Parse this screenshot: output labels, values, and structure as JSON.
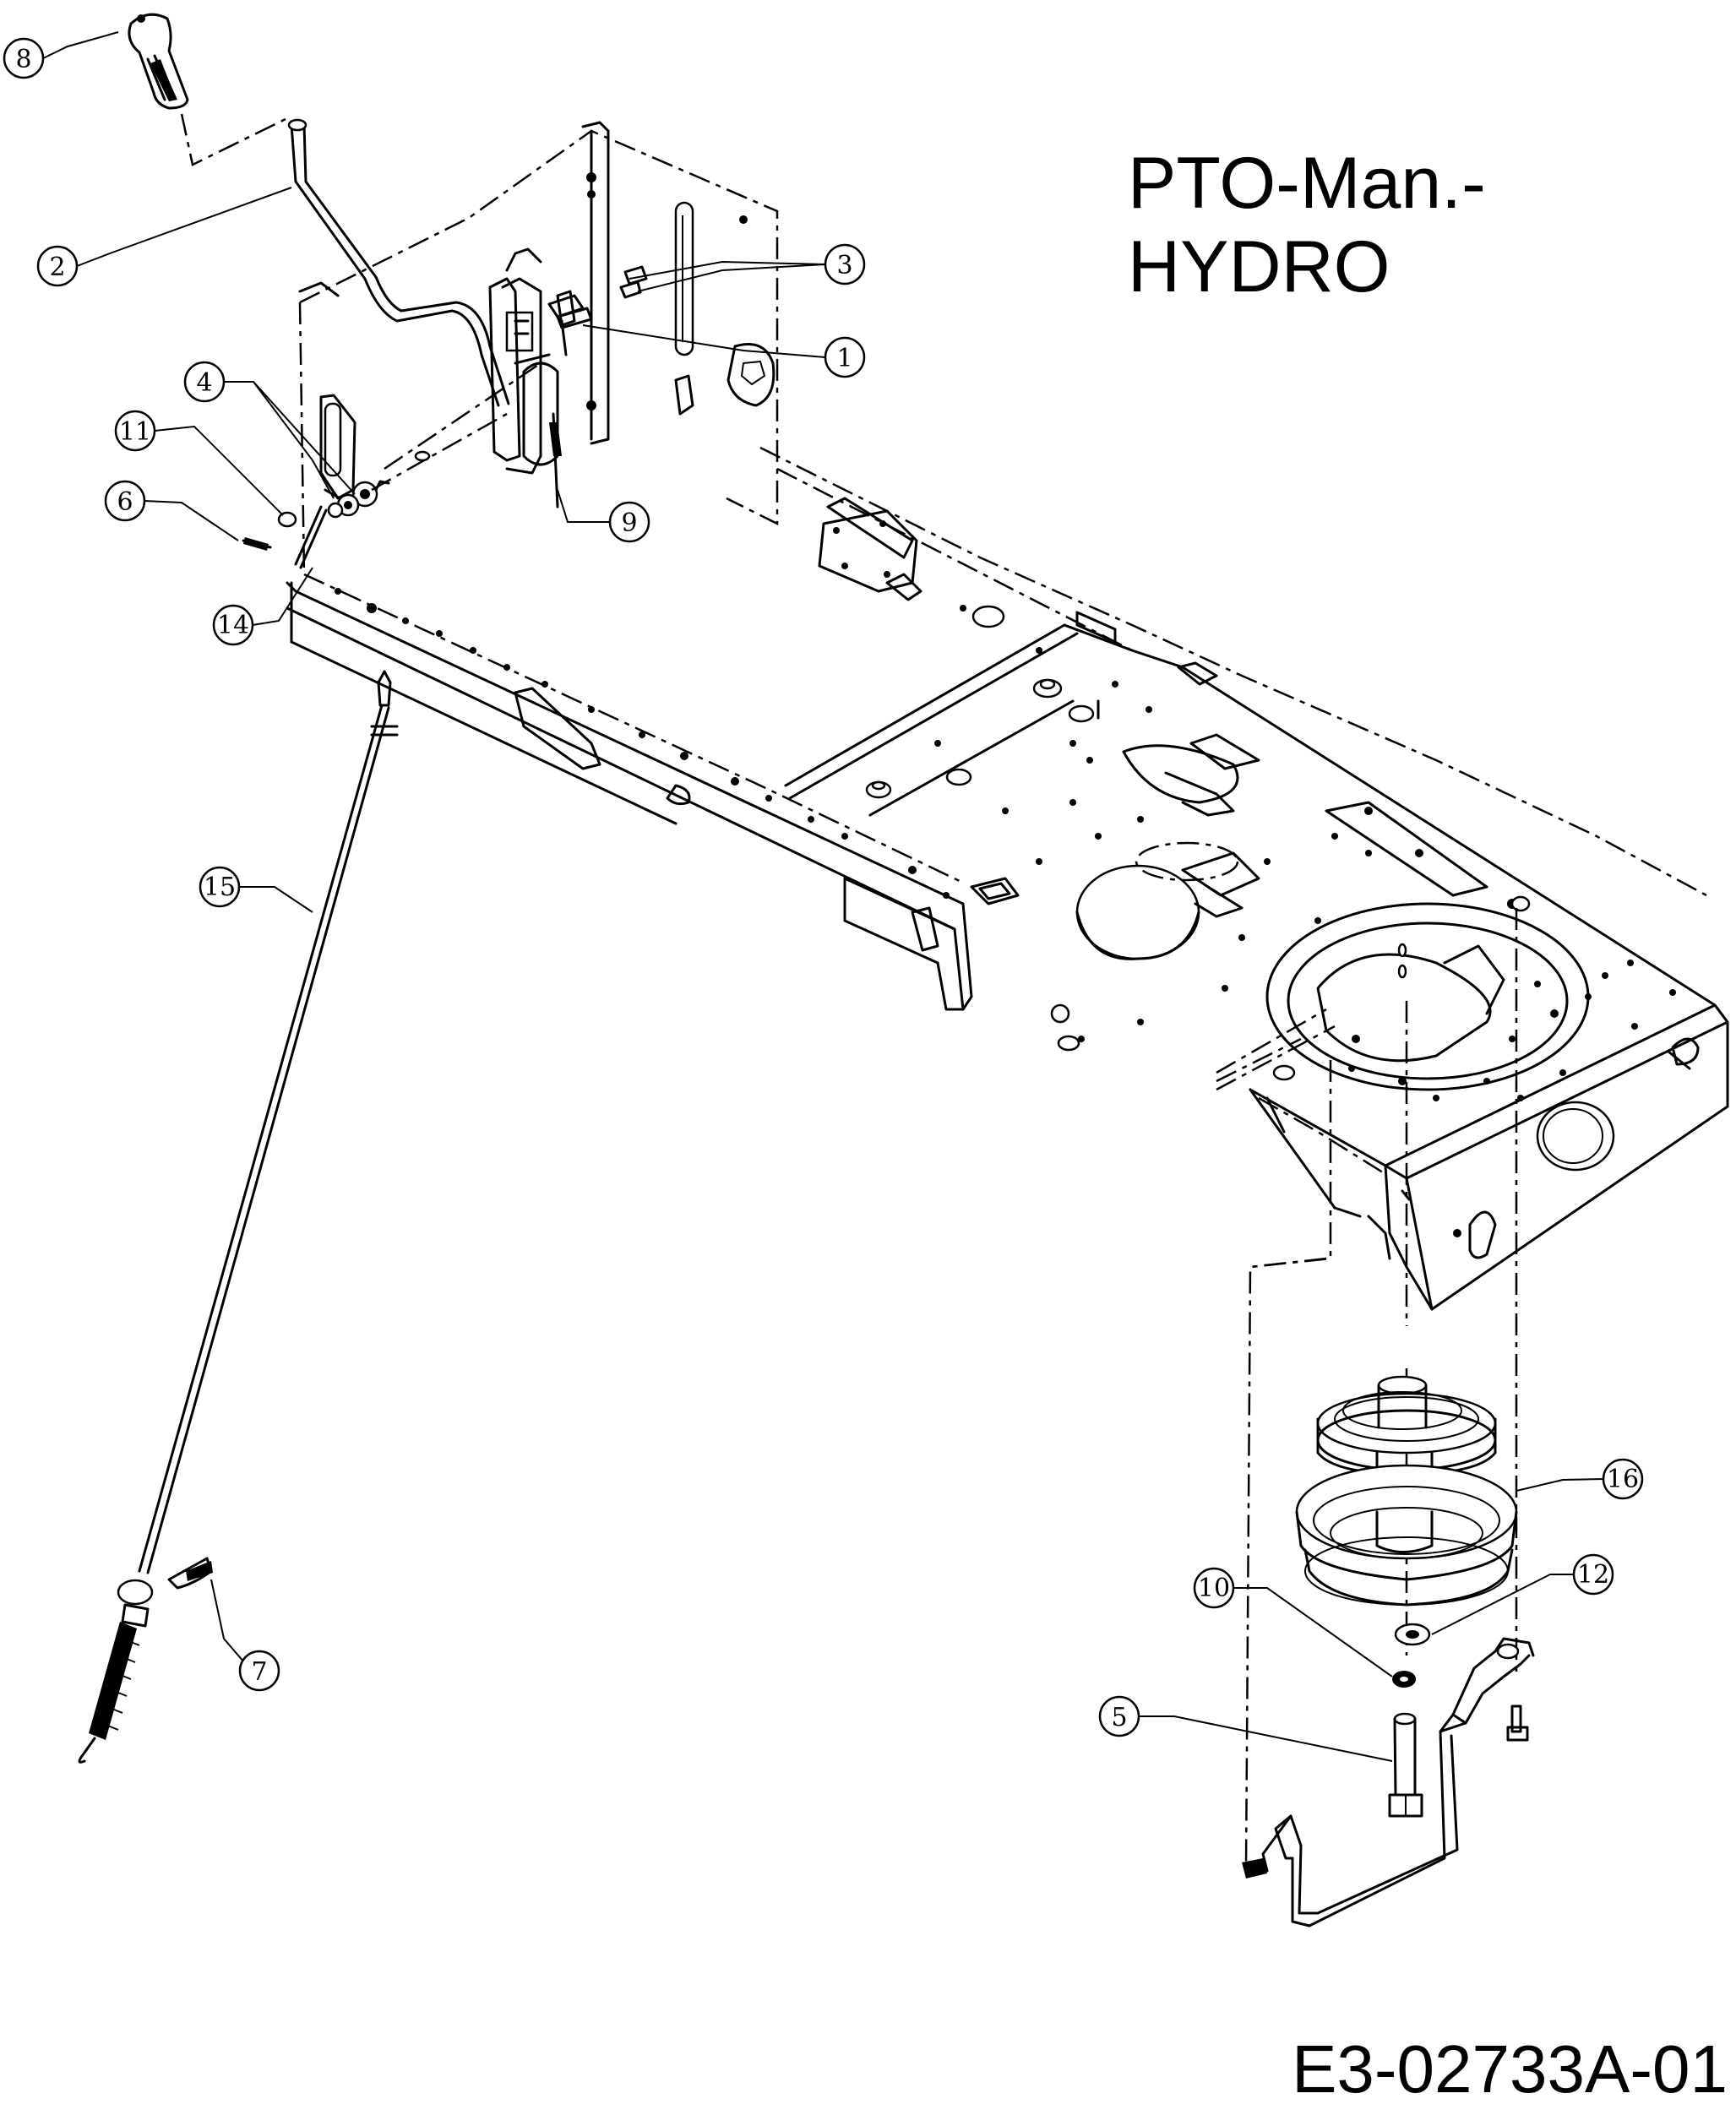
{
  "title": "PTO-Man.-HYDRO",
  "drawing_number": "E3-02733A-01",
  "callouts": [
    {
      "id": "callout-1",
      "label": "1"
    },
    {
      "id": "callout-2",
      "label": "2"
    },
    {
      "id": "callout-3",
      "label": "3"
    },
    {
      "id": "callout-4",
      "label": "4"
    },
    {
      "id": "callout-5",
      "label": "5"
    },
    {
      "id": "callout-6",
      "label": "6"
    },
    {
      "id": "callout-7",
      "label": "7"
    },
    {
      "id": "callout-8",
      "label": "8"
    },
    {
      "id": "callout-9",
      "label": "9"
    },
    {
      "id": "callout-10",
      "label": "10"
    },
    {
      "id": "callout-11",
      "label": "11"
    },
    {
      "id": "callout-12",
      "label": "12"
    },
    {
      "id": "callout-14",
      "label": "14"
    },
    {
      "id": "callout-15",
      "label": "15"
    },
    {
      "id": "callout-16",
      "label": "16"
    }
  ]
}
